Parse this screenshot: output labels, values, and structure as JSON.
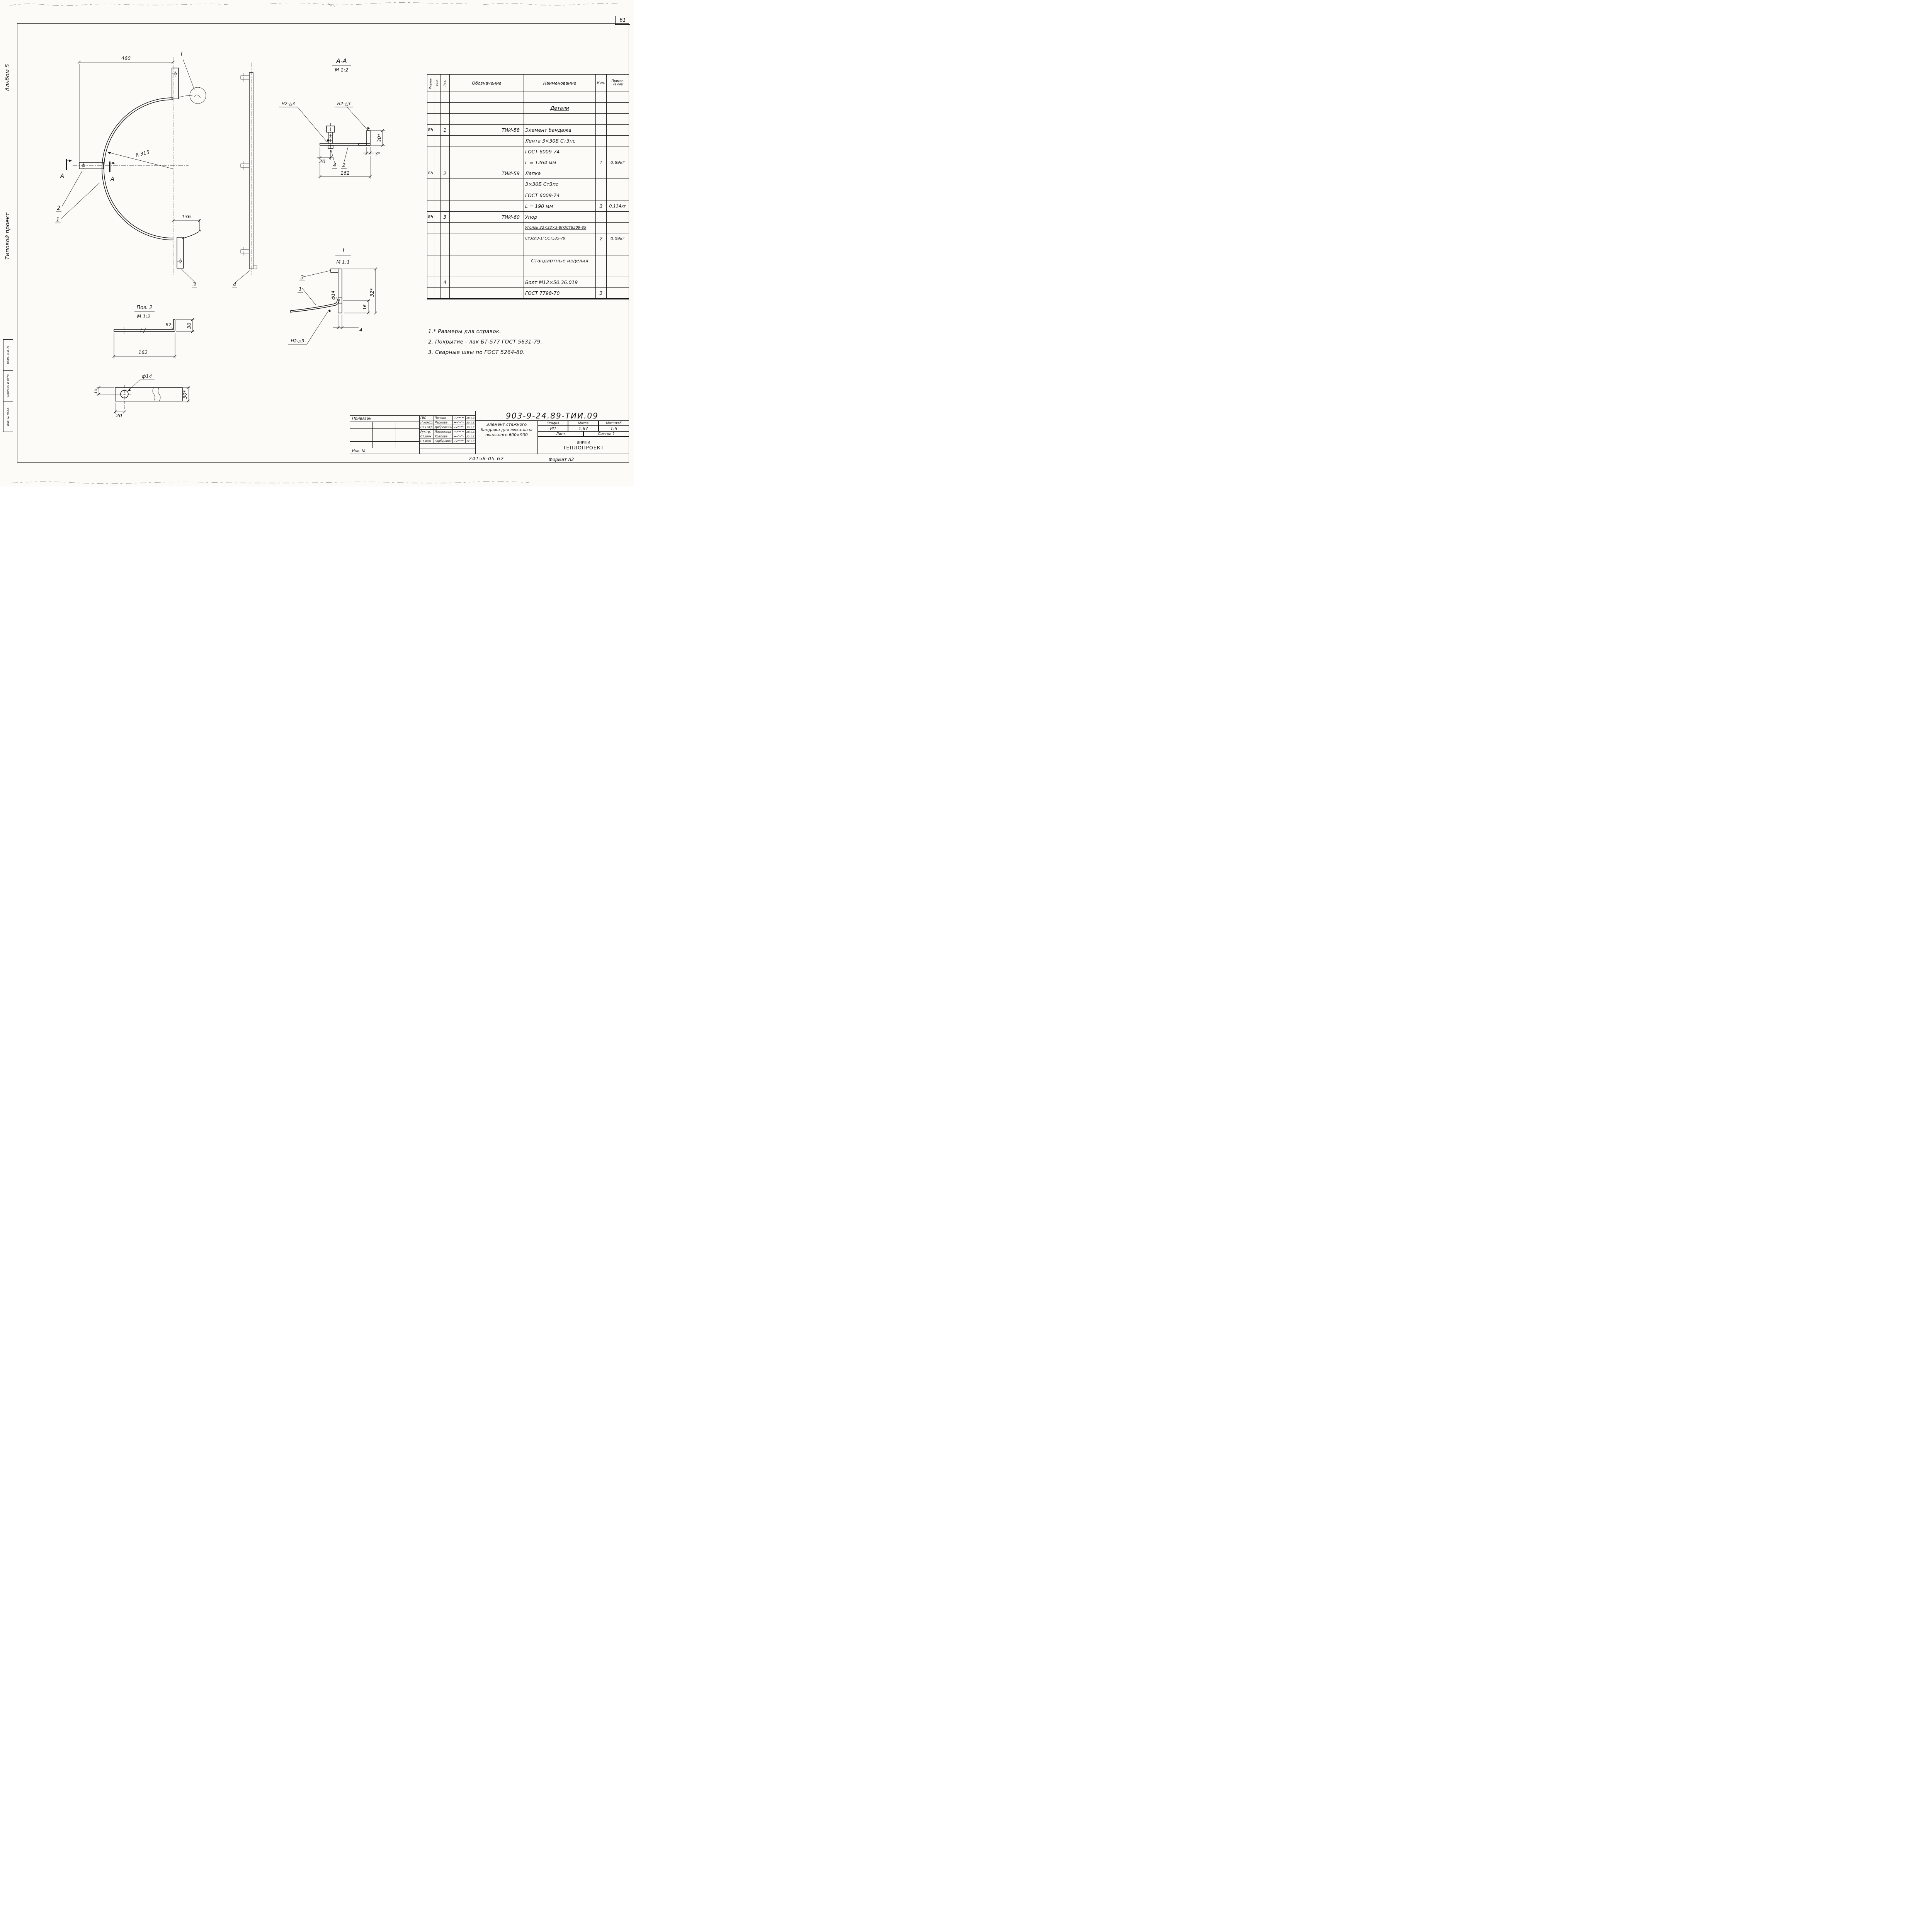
{
  "page": {
    "sheet_number": "61",
    "format_label": "Формат А2",
    "doc_code": "24158-05 62"
  },
  "margins": {
    "album": "Альбом 5",
    "project_type": "Типовой проект",
    "stamps": {
      "s1": "Взам. инв. №",
      "s2": "Подпись и дата",
      "s3": "Инв. № подл."
    }
  },
  "drawing": {
    "main_view": {
      "dim_460": "460",
      "section_mark": "I",
      "radius": "R 315",
      "section_letter": "А",
      "pos_1": "1",
      "pos_2": "2",
      "pos_3": "3",
      "pos_4": "4",
      "dim_136": "136"
    },
    "section_aa": {
      "title": "А-А",
      "scale": "М 1:2",
      "weld_left": "Н2-△3",
      "weld_right": "Н2-△3",
      "dim_20": "20",
      "pos_4": "4",
      "pos_2": "2",
      "dim_30": "30*",
      "dim_3": "3*",
      "dim_162": "162"
    },
    "detail_i": {
      "title": "I",
      "scale": "М 1:1",
      "pos_3": "3",
      "pos_1": "1",
      "dia": "ф14",
      "dim_16": "16",
      "dim_32": "32*",
      "dim_4": "4",
      "weld": "Н2-△3"
    },
    "pos2_view": {
      "title": "Поз. 2",
      "scale": "М 1:2",
      "radius": "R2",
      "dim_30": "30",
      "dim_162": "162"
    },
    "hole_view": {
      "dia": "ф14",
      "dim_15": "15",
      "dim_20": "20",
      "dim_30": "30*"
    }
  },
  "spec_table": {
    "headers": {
      "format": "Формат",
      "zone": "Зона",
      "pos": "Поз.",
      "designation": "Обозначение",
      "name": "Наименование",
      "qty": "Кол.",
      "note_line1": "Приме-",
      "note_line2": "чание"
    },
    "rows": [
      {},
      {
        "n": "Детали",
        "cls": "sec"
      },
      {},
      {
        "f": "БЧ",
        "p": "1",
        "d": "ТИИ-58",
        "n": "Элемент бандажа"
      },
      {
        "n": "Лента 3×30Б Ст3пс"
      },
      {
        "n": "ГОСТ 6009-74"
      },
      {
        "n": "L = 1264 мм",
        "q": "1",
        "nt": "0,89кг"
      },
      {
        "f": "БЧ",
        "p": "2",
        "d": "ТИИ-59",
        "n": "Лапка"
      },
      {
        "n": "3×30Б Ст3пс"
      },
      {
        "n": "ГОСТ 6009-74"
      },
      {
        "n": "L = 190 мм",
        "q": "3",
        "nt": "0,134кг"
      },
      {
        "f": "БЧ",
        "p": "3",
        "d": "ТИИ-60",
        "n": "Упор"
      },
      {
        "n": "Уголок 32×32×3-ВГОСТ8509-85",
        "cls": "smu"
      },
      {
        "n": "Ст3сп3-1ГОСТ535-79",
        "q": "2",
        "nt": "0,09кг",
        "cls": "sm"
      },
      {},
      {
        "n": "Стандартные изделия",
        "cls": "sec"
      },
      {},
      {
        "p": "4",
        "n": "Болт М12×50.36.019"
      },
      {
        "n": "ГОСТ 7798-70",
        "q": "3"
      }
    ]
  },
  "notes": {
    "line1": "1.* Размеры для справок.",
    "line2": "2.  Покрытие - лак БТ-577 ГОСТ 5631-79.",
    "line3": "3.  Сварные швы по ГОСТ 5264-80."
  },
  "title_block": {
    "doc_number": "903-9-24.89-ТИИ.09",
    "title": "Элемент стяжного бандажа для люка-лаза овального 600×900",
    "stage_label": "Стадия",
    "mass_label": "Масса",
    "scale_label": "Масштаб",
    "stage": "РП",
    "mass": "1,67",
    "scale": "1:5",
    "sheet_label": "Лист",
    "sheets_label": "Листов 1",
    "org_line1": "ВНИПИ",
    "org_line2": "ТЕПЛОПРОЕКТ",
    "attached_label": "Привязан",
    "inventory_label": "Инв. №",
    "signatures": [
      {
        "role": "ГИП",
        "name": "Попова",
        "date": "30.1.87"
      },
      {
        "role": "Н.контр.",
        "name": "Чернова",
        "date": "30.1.87"
      },
      {
        "role": "Нач.отд.",
        "name": "Дибровенко",
        "date": "30.1.87"
      },
      {
        "role": "Рук.гр.",
        "name": "Лисенкова",
        "date": "30.1.87"
      },
      {
        "role": "Ст.инж",
        "name": "Храпова",
        "date": "22.1.87"
      },
      {
        "role": "Ст.инж",
        "name": "Горбушина",
        "date": "22.1.87"
      }
    ]
  }
}
